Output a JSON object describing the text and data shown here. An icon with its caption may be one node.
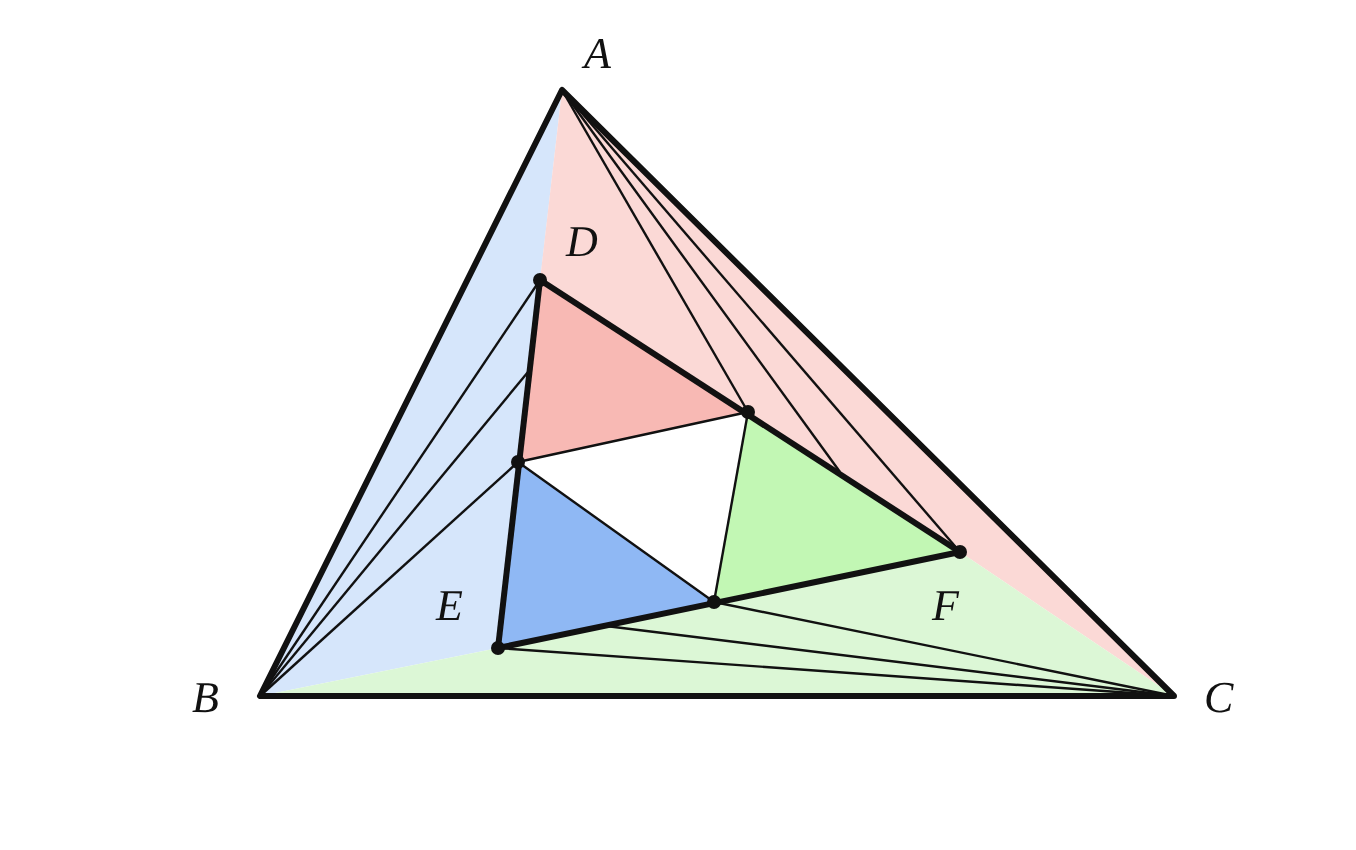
{
  "diagram": {
    "labels": [
      "A",
      "D",
      "E",
      "F",
      "B",
      "C"
    ]
  }
}
